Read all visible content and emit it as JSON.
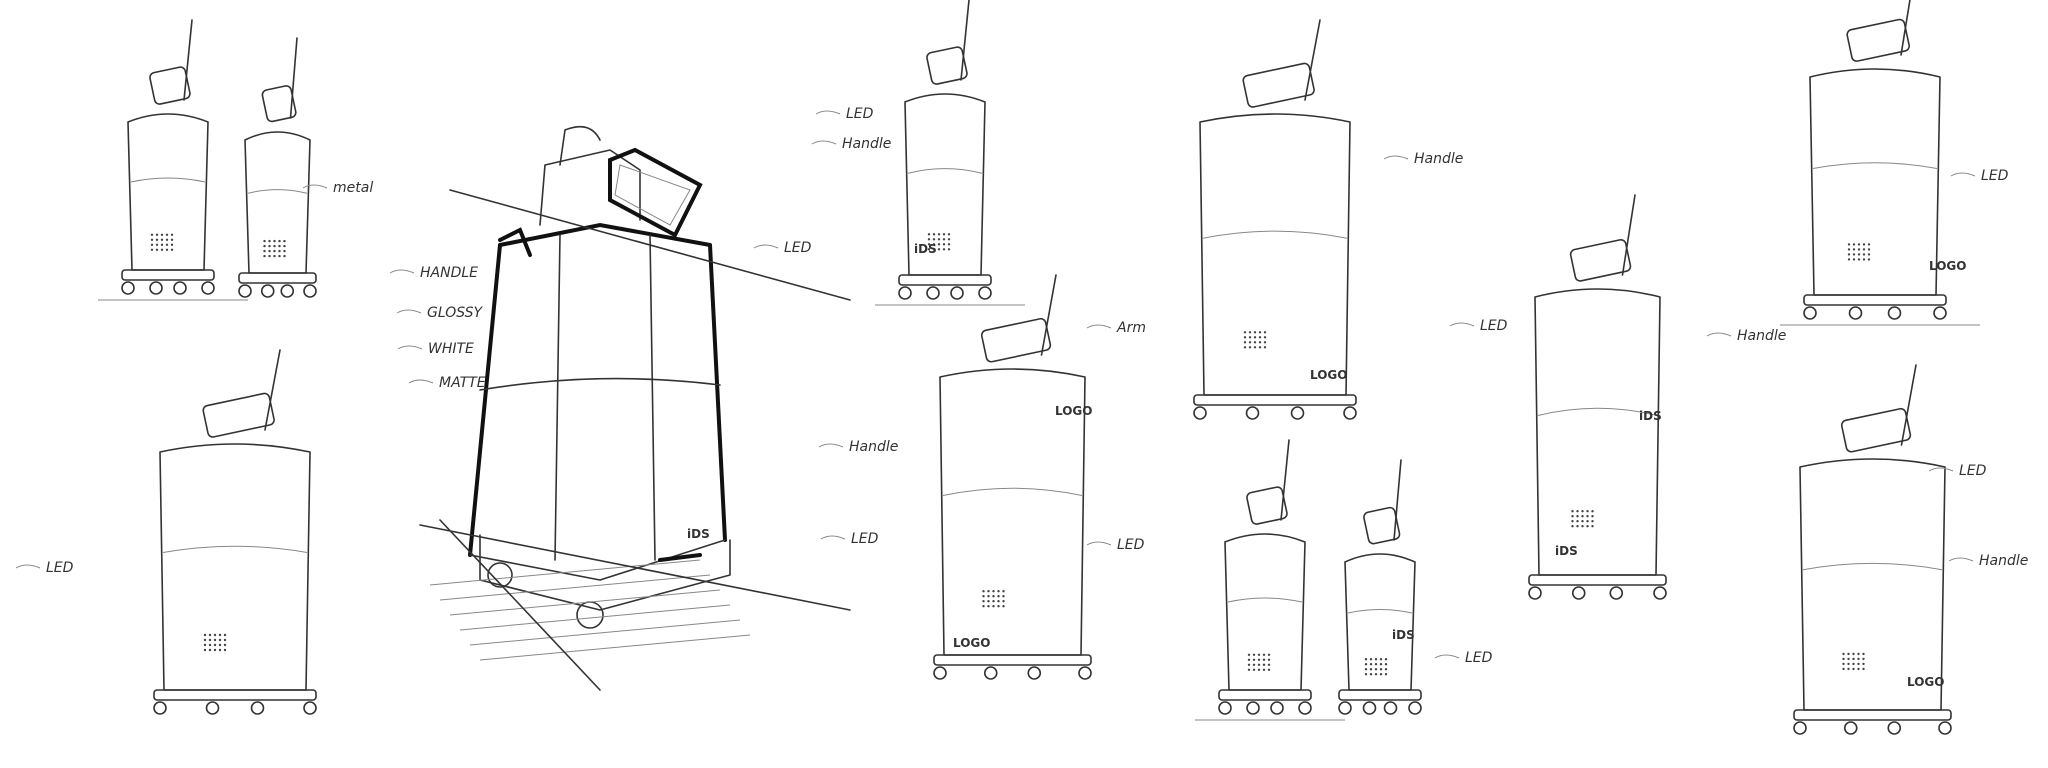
{
  "sheet": {
    "annotations": [
      {
        "id": "metal",
        "text": "metal"
      },
      {
        "id": "handle-1",
        "text": "HANDLE"
      },
      {
        "id": "glossy",
        "text": "GLOSSY"
      },
      {
        "id": "white",
        "text": "WHITE"
      },
      {
        "id": "matte",
        "text": "MATTE"
      },
      {
        "id": "led-1",
        "text": "LED"
      },
      {
        "id": "led-2",
        "text": "LED"
      },
      {
        "id": "led-3",
        "text": "LED"
      },
      {
        "id": "led-4",
        "text": "LED"
      },
      {
        "id": "handle-2",
        "text": "Handle"
      },
      {
        "id": "arm",
        "text": "Arm"
      },
      {
        "id": "handle-3",
        "text": "Handle"
      },
      {
        "id": "led-5",
        "text": "LED"
      },
      {
        "id": "handle-4",
        "text": "Handle"
      },
      {
        "id": "led-6",
        "text": "LED"
      },
      {
        "id": "led-7",
        "text": "LED"
      },
      {
        "id": "handle-5",
        "text": "Handle"
      },
      {
        "id": "led-8",
        "text": "LED"
      },
      {
        "id": "led-9",
        "text": "LED"
      },
      {
        "id": "handle-6",
        "text": "Handle"
      }
    ],
    "marks": [
      {
        "id": "logo-1",
        "text": "LOGO"
      },
      {
        "id": "logo-2",
        "text": "LOGO"
      },
      {
        "id": "logo-3",
        "text": "LOGO"
      },
      {
        "id": "logo-4",
        "text": "LOGO"
      },
      {
        "id": "logo-5",
        "text": "LOGO"
      },
      {
        "id": "ids-1",
        "text": "iDS"
      },
      {
        "id": "ids-2",
        "text": "iDS"
      },
      {
        "id": "ids-3",
        "text": "iDS"
      },
      {
        "id": "ids-4",
        "text": "iDS"
      },
      {
        "id": "ids-5",
        "text": "iDS"
      }
    ]
  }
}
